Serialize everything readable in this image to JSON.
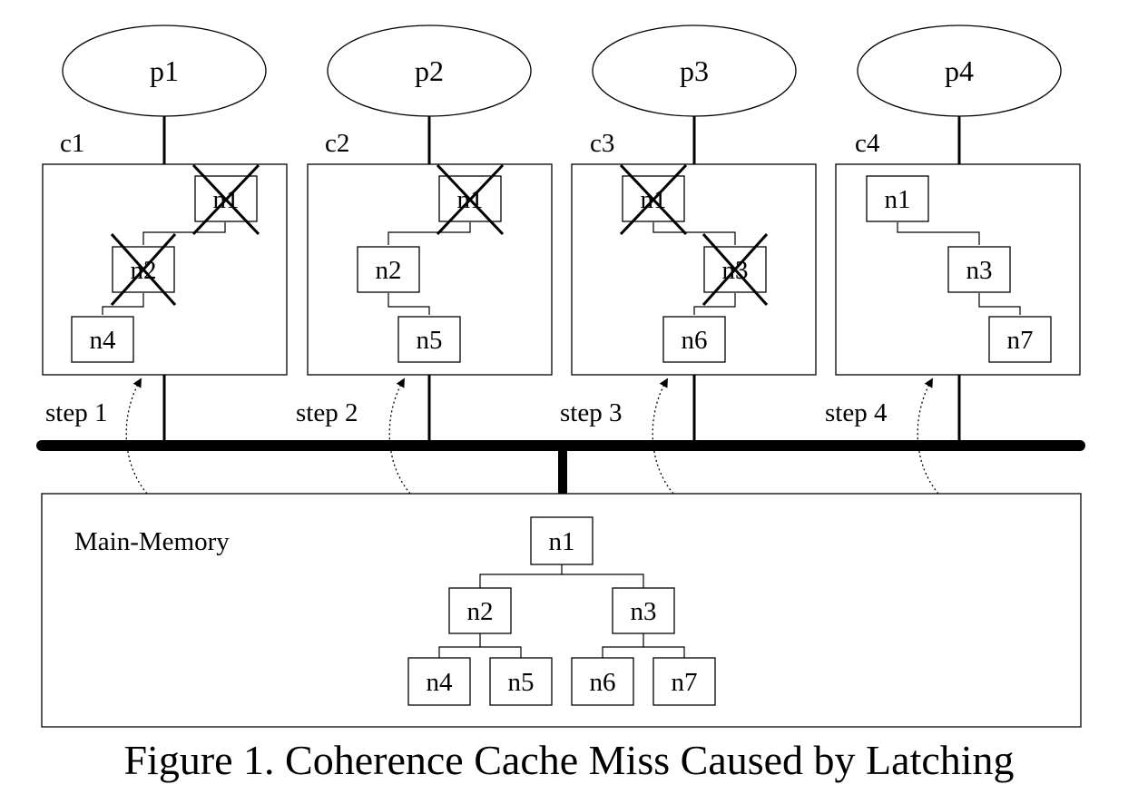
{
  "processors": [
    "p1",
    "p2",
    "p3",
    "p4"
  ],
  "caches": [
    {
      "label": "c1",
      "nodes": [
        "n1",
        "n2",
        "n4"
      ],
      "invalid": [
        "n1",
        "n2"
      ]
    },
    {
      "label": "c2",
      "nodes": [
        "n1",
        "n2",
        "n5"
      ],
      "invalid": [
        "n1"
      ]
    },
    {
      "label": "c3",
      "nodes": [
        "n1",
        "n3",
        "n6"
      ],
      "invalid": [
        "n1",
        "n3"
      ]
    },
    {
      "label": "c4",
      "nodes": [
        "n1",
        "n3",
        "n7"
      ],
      "invalid": []
    }
  ],
  "steps": [
    "step 1",
    "step 2",
    "step 3",
    "step 4"
  ],
  "memory": {
    "label": "Main-Memory",
    "nodes": [
      "n1",
      "n2",
      "n3",
      "n4",
      "n5",
      "n6",
      "n7"
    ]
  },
  "caption": "Figure 1. Coherence Cache Miss Caused by Latching"
}
